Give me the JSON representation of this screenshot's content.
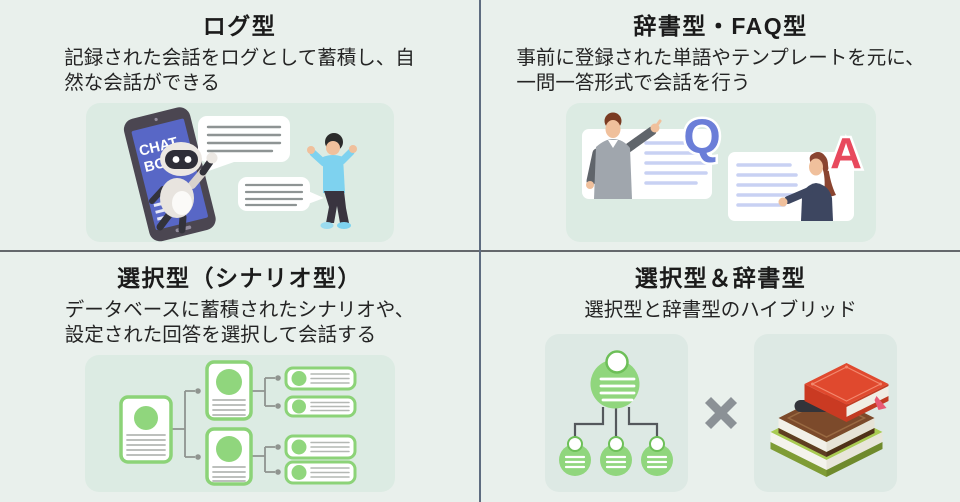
{
  "colors": {
    "page_background": "#e9f0ec",
    "panel_background": "#dcebe3",
    "hybrid_panel_background": "#dde9e4",
    "divider_vertical": "#5e6c80",
    "divider_horizontal": "#64686c",
    "accent_green_border": "#8cd378",
    "tree_green_fill": "#90d67d",
    "question_blue": "#6b7ed8",
    "answer_red": "#e8495d",
    "multiply_gray": "#8b9196",
    "text": "#242424"
  },
  "quadrants": {
    "log": {
      "title": "ログ型",
      "description_lines": [
        "記録された会話をログとして蓄積し、自",
        "然な会話ができる"
      ],
      "phone_label_line1": "CHAT",
      "phone_label_line2": "BOT"
    },
    "dictionary_faq": {
      "title": "辞書型・FAQ型",
      "description_lines": [
        "事前に登録された単語やテンプレートを元に、",
        "一問一答形式で会話を行う"
      ],
      "question_letter": "Q",
      "answer_letter": "A"
    },
    "scenario": {
      "title": "選択型（シナリオ型）",
      "description_lines": [
        "データベースに蓄積されたシナリオや、",
        "設定された回答を選択して会話する"
      ]
    },
    "hybrid": {
      "title": "選択型＆辞書型",
      "description_lines": [
        "選択型と辞書型のハイブリッド"
      ]
    }
  }
}
